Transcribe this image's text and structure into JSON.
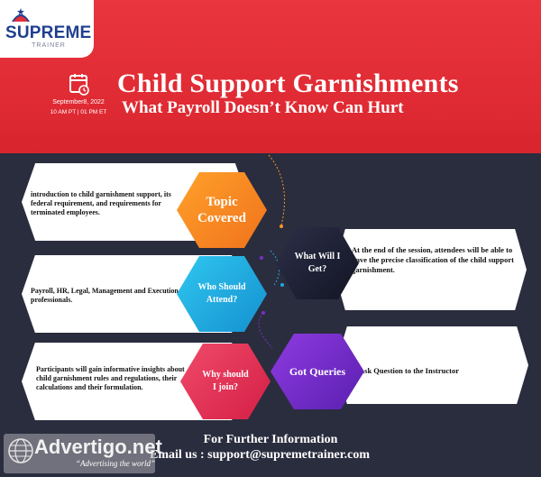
{
  "logo": {
    "name": "SUPREME",
    "sub": "TRAINER"
  },
  "event": {
    "date": "September8, 2022",
    "time": "10 AM PT | 01 PM ET"
  },
  "title": "Child Support Garnishments",
  "subtitle": "What Payroll Doesn’t Know Can Hurt",
  "sections": {
    "topic": {
      "label_line1": "Topic",
      "label_line2": "Covered",
      "text": "introduction to child garnishment support, its federal requirement, and requirements for terminated employees."
    },
    "attend": {
      "label_line1": "Who Should",
      "label_line2": "Attend?",
      "text": "Payroll, HR, Legal, Management and Execution professionals."
    },
    "join": {
      "label_line1": "Why should",
      "label_line2": "I join?",
      "text": "Participants will gain informative insights about child garnishment rules and regulations, their calculations and their formulation."
    },
    "get": {
      "label_line1": "What Will I",
      "label_line2": "Get?",
      "text": "At the end of the session, attendees will be able to have the precise classification of the child support garnishment."
    },
    "queries": {
      "label": "Got Queries",
      "text": "Ask Question to the  Instructor"
    }
  },
  "footer": {
    "info": "For Further Information",
    "email": "Email us : support@supremetrainer.com"
  },
  "watermark": {
    "name": "Advertigo.net",
    "tagline": "“Advertising  the world”"
  },
  "colors": {
    "header_red": "#e2303a",
    "body_dark": "#2a2d3e",
    "orange": "#f79520",
    "cyan": "#20a9e0",
    "pink": "#e8305a",
    "purple": "#7a2fc9"
  }
}
